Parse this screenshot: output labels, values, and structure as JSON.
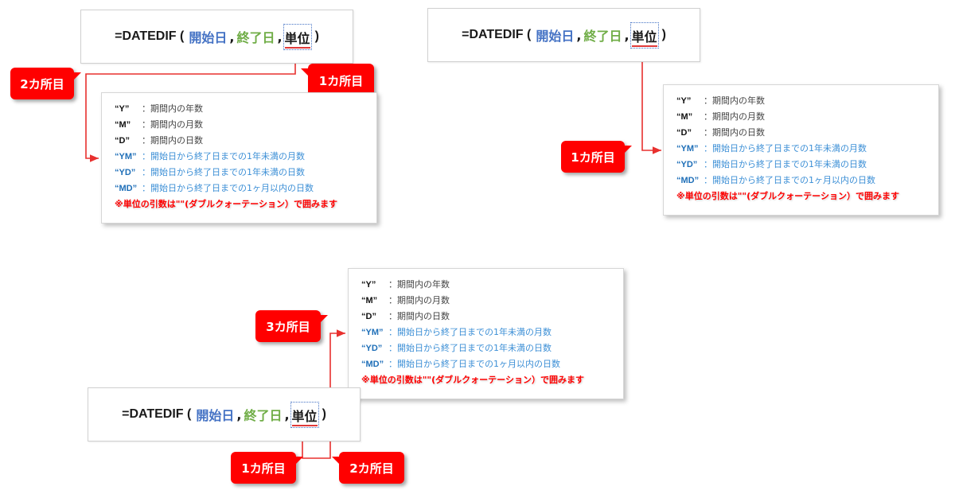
{
  "formula": {
    "prefix": "=DATEDIF (",
    "arg_start": "開始日",
    "comma": ",",
    "arg_end": "終了日",
    "arg_unit": "単位",
    "suffix": ")"
  },
  "units_list": [
    {
      "code": "“Y”",
      "desc": "：期間内の年数",
      "style": "dark"
    },
    {
      "code": "“M”",
      "desc": "：期間内の月数",
      "style": "dark"
    },
    {
      "code": "“D”",
      "desc": "：期間内の日数",
      "style": "dark"
    },
    {
      "code": "“YM”",
      "desc": "：開始日から終了日までの1年未満の月数",
      "style": "blue"
    },
    {
      "code": "“YD”",
      "desc": "：開始日から終了日までの1年未満の日数",
      "style": "blue"
    },
    {
      "code": "“MD”",
      "desc": "：開始日から終了日までの1ヶ月以内の日数",
      "style": "blue"
    }
  ],
  "note": "※単位の引数は\"\"(ダブルクォーテーション）で囲みます",
  "callouts": {
    "first": "1カ所目",
    "second": "2カ所目",
    "third": "3カ所目"
  },
  "colors": {
    "arg_start": "#4472C4",
    "arg_end": "#70AD47",
    "callout_red": "#FF0000",
    "blue_text": "#3C8FD6",
    "connector": "#E03A3A"
  }
}
